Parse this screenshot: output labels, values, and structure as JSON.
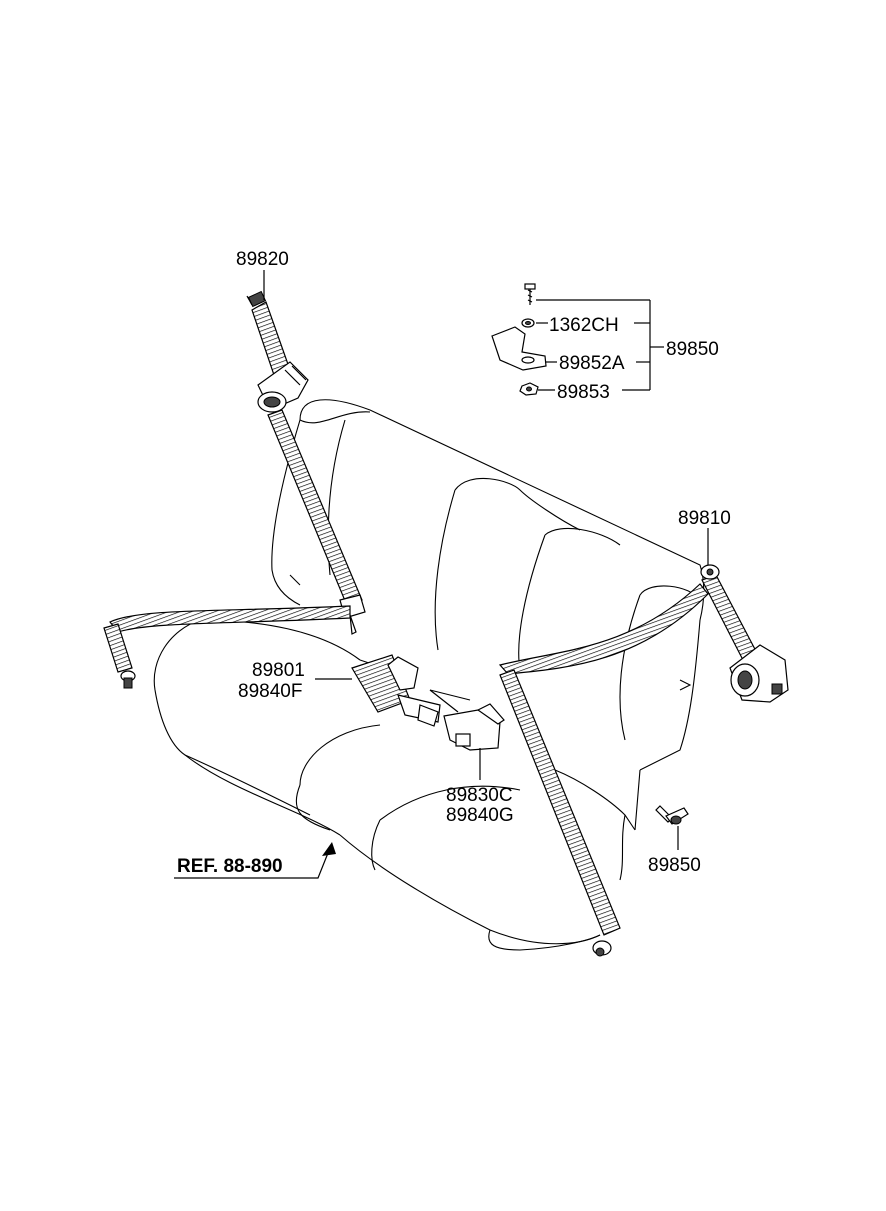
{
  "labels": {
    "p89820": "89820",
    "p1362CH": "1362CH",
    "p89852A": "89852A",
    "p89853": "89853",
    "p89850_top": "89850",
    "p89810": "89810",
    "p89801": "89801",
    "p89840F": "89840F",
    "p89830C": "89830C",
    "p89840G": "89840G",
    "p89850_bottom": "89850",
    "ref": "REF. 88-890"
  }
}
